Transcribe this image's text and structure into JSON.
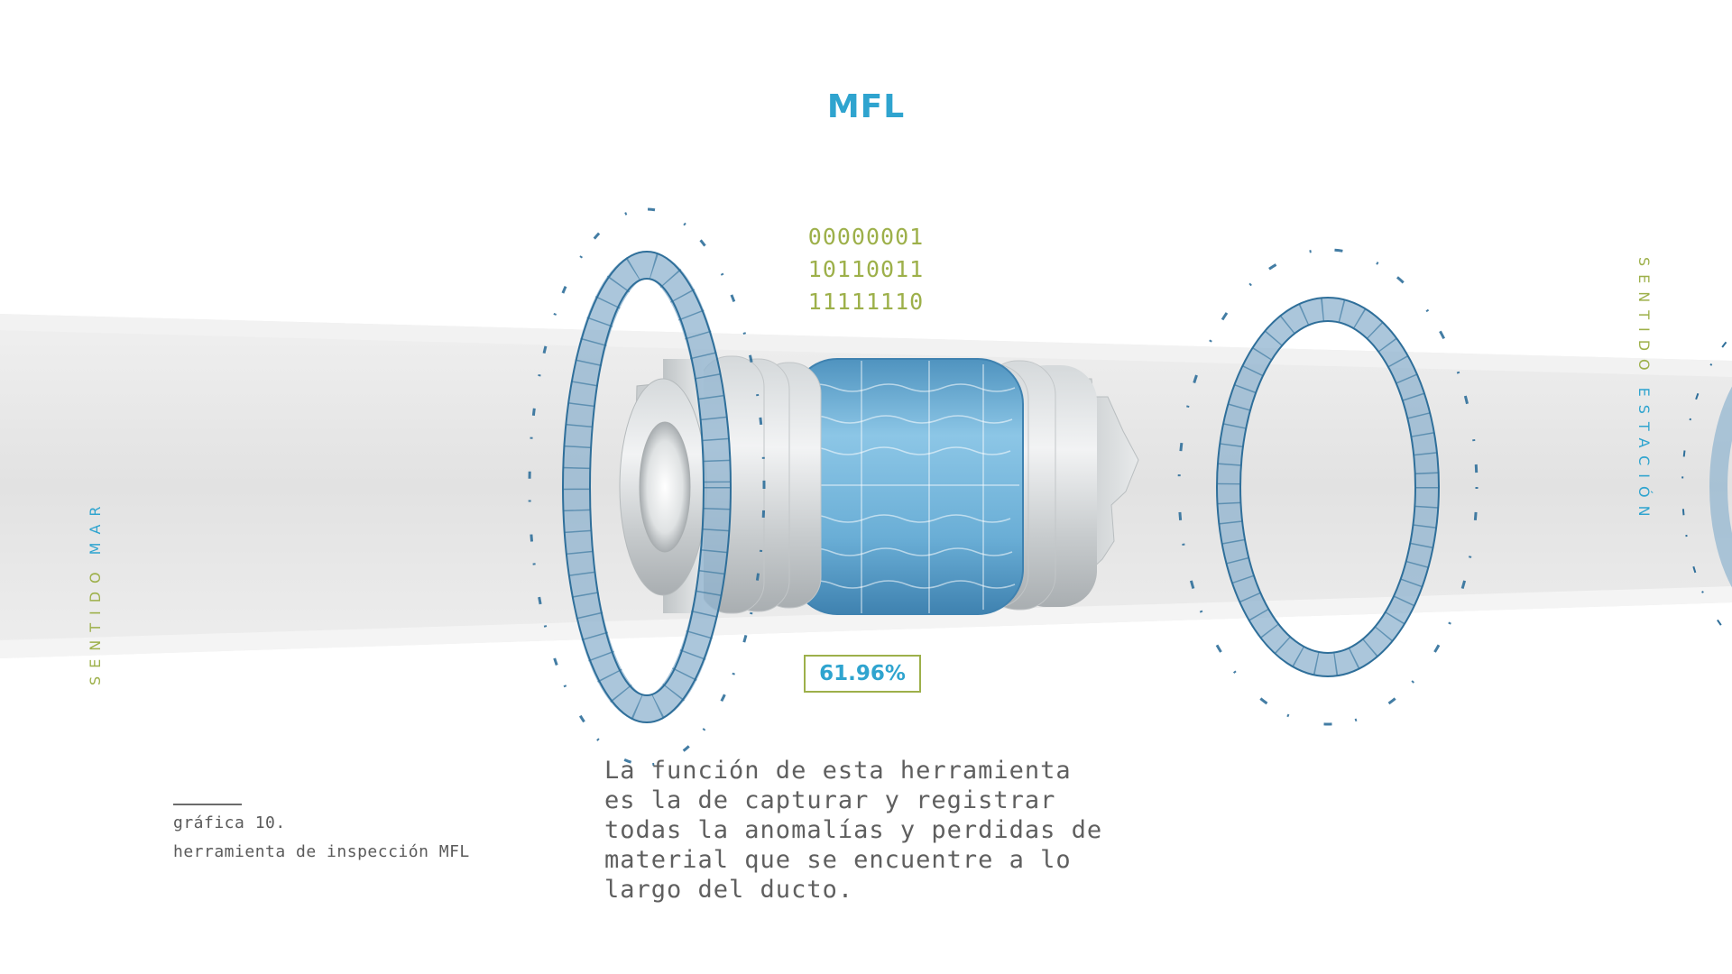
{
  "title": "MFL",
  "binary_lines": [
    "00000001",
    "10110011",
    "11111110"
  ],
  "percent": "61.96%",
  "direction_left": {
    "word1": "SENTIDO",
    "word2": "MAR"
  },
  "direction_right": {
    "word1": "SENTIDO",
    "word2": "ESTACIÓN"
  },
  "caption": {
    "figure": "gráfica 10.",
    "label": "herramienta de inspección MFL"
  },
  "description_lines": [
    "La función de esta herramienta",
    "es la de capturar y registrar",
    "todas la anomalías y perdidas de",
    "material que se encuentre a lo",
    "largo del ducto."
  ],
  "colors": {
    "accent_blue": "#2fa4cf",
    "accent_green": "#9db04a",
    "ring_blue": "#2f6f9a",
    "ring_fill": "#8fb3cf",
    "pipe_gray": "#e6e6e6",
    "tool_blue": "#6aaed6",
    "text_gray": "#5f5f5f"
  }
}
